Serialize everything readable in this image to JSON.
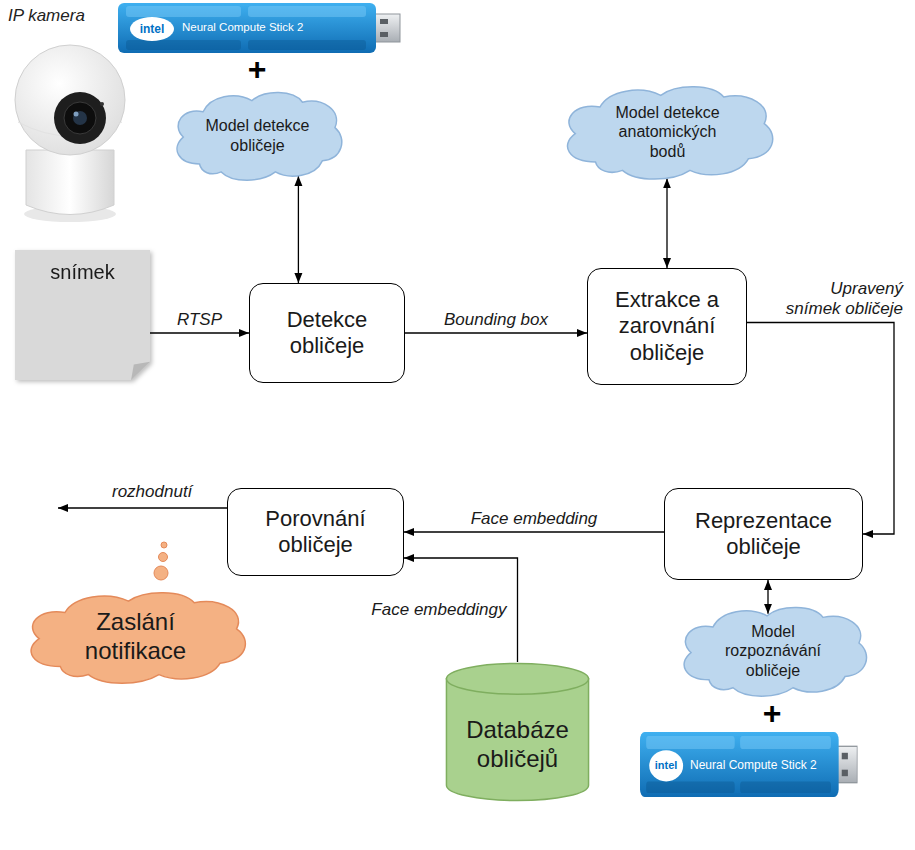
{
  "diagram": {
    "nodes": [
      {
        "text": [
          "Model detekce obličeje"
        ]
      },
      {
        "text": [
          "Model detekce anatomických bodů"
        ]
      },
      {
        "text": [
          "snímek"
        ]
      },
      {
        "text": [
          "Detekce obličeje"
        ]
      },
      {
        "text": [
          "Extrakce a zarovnání obličeje"
        ]
      },
      {
        "text": [
          "Porovnání obličeje"
        ]
      },
      {
        "text": [
          "Reprezentace obličeje"
        ]
      },
      {
        "text": [
          "Zaslání notifikace"
        ]
      },
      {
        "text": [
          "Model rozpoznávání obličeje"
        ]
      },
      {
        "text": [
          "Databáze obličejů"
        ]
      }
    ],
    "edges": [
      {
        "from": 2,
        "to": 3,
        "label": "RTSP",
        "arrow": "to"
      },
      {
        "from": 0,
        "to": 3,
        "arrow": "both"
      },
      {
        "from": 3,
        "to": 4,
        "label": "Bounding box",
        "arrow": "to"
      },
      {
        "from": 1,
        "to": 4,
        "arrow": "both"
      },
      {
        "from": 4,
        "to": 6,
        "label": "Upravený snímek obličeje",
        "arrow": "to"
      },
      {
        "from": 6,
        "to": 8,
        "arrow": "both"
      },
      {
        "from": 6,
        "to": 5,
        "label": "Face embedding",
        "arrow": "to"
      },
      {
        "from": 9,
        "to": 5,
        "label": "Face embeddingy",
        "arrow": "to"
      }
    ],
    "labels": [
      "intel",
      "Neural Compute Stick 2",
      "IP kamera",
      "+",
      "rozhodnutí",
      "+",
      "intel",
      "Neural Compute Stick 2"
    ]
  }
}
